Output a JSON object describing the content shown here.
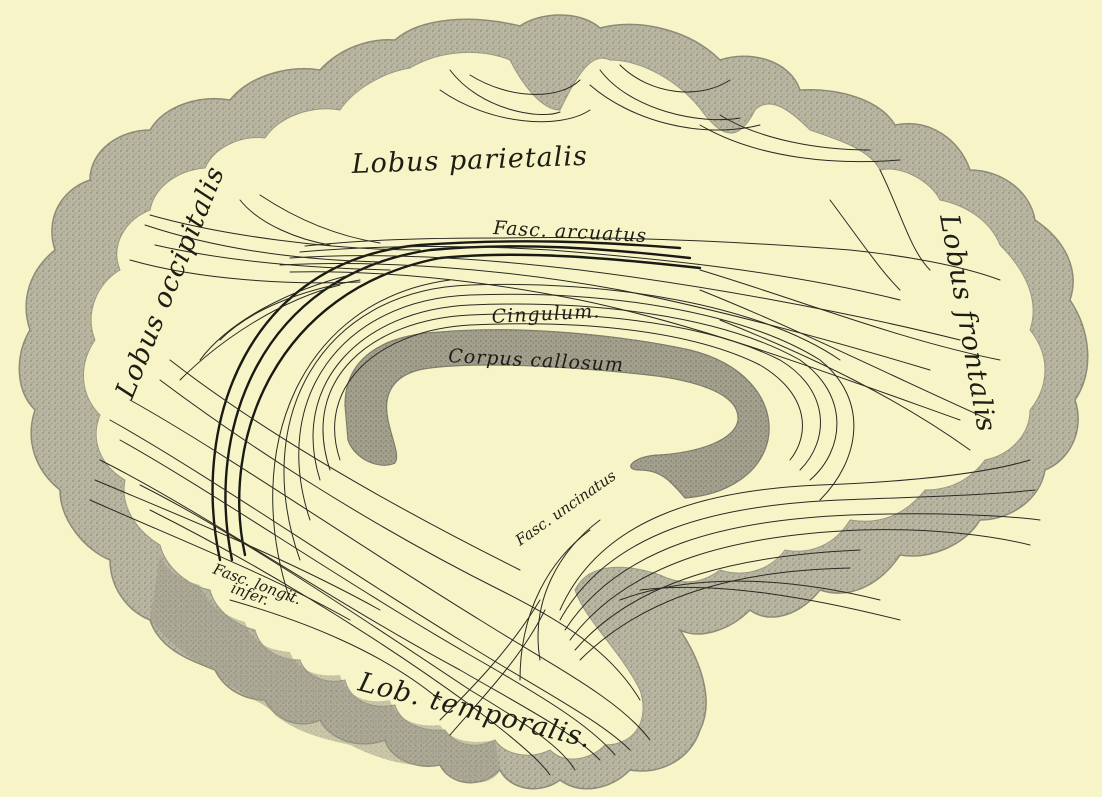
{
  "figure": {
    "background": "#f7f5c8",
    "cortex_color": "#b8b6a0",
    "cortex_dark": "#8d8b78",
    "callosum_color": "#9a9886",
    "fiber_color": "#2a2a22"
  },
  "labels": {
    "parietal": "Lobus parietalis",
    "occipital": "Lobus occipitalis",
    "frontal": "Lobus frontalis",
    "temporal": "Lob. temporalis.",
    "arcuatus": "Fasc. arcuatus",
    "cingulum": "Cingulum.",
    "callosum": "Corpus callosum",
    "uncinatus": "Fasc. uncinatus",
    "longit_line1": "Fasc. longit.",
    "longit_line2": "infer."
  }
}
